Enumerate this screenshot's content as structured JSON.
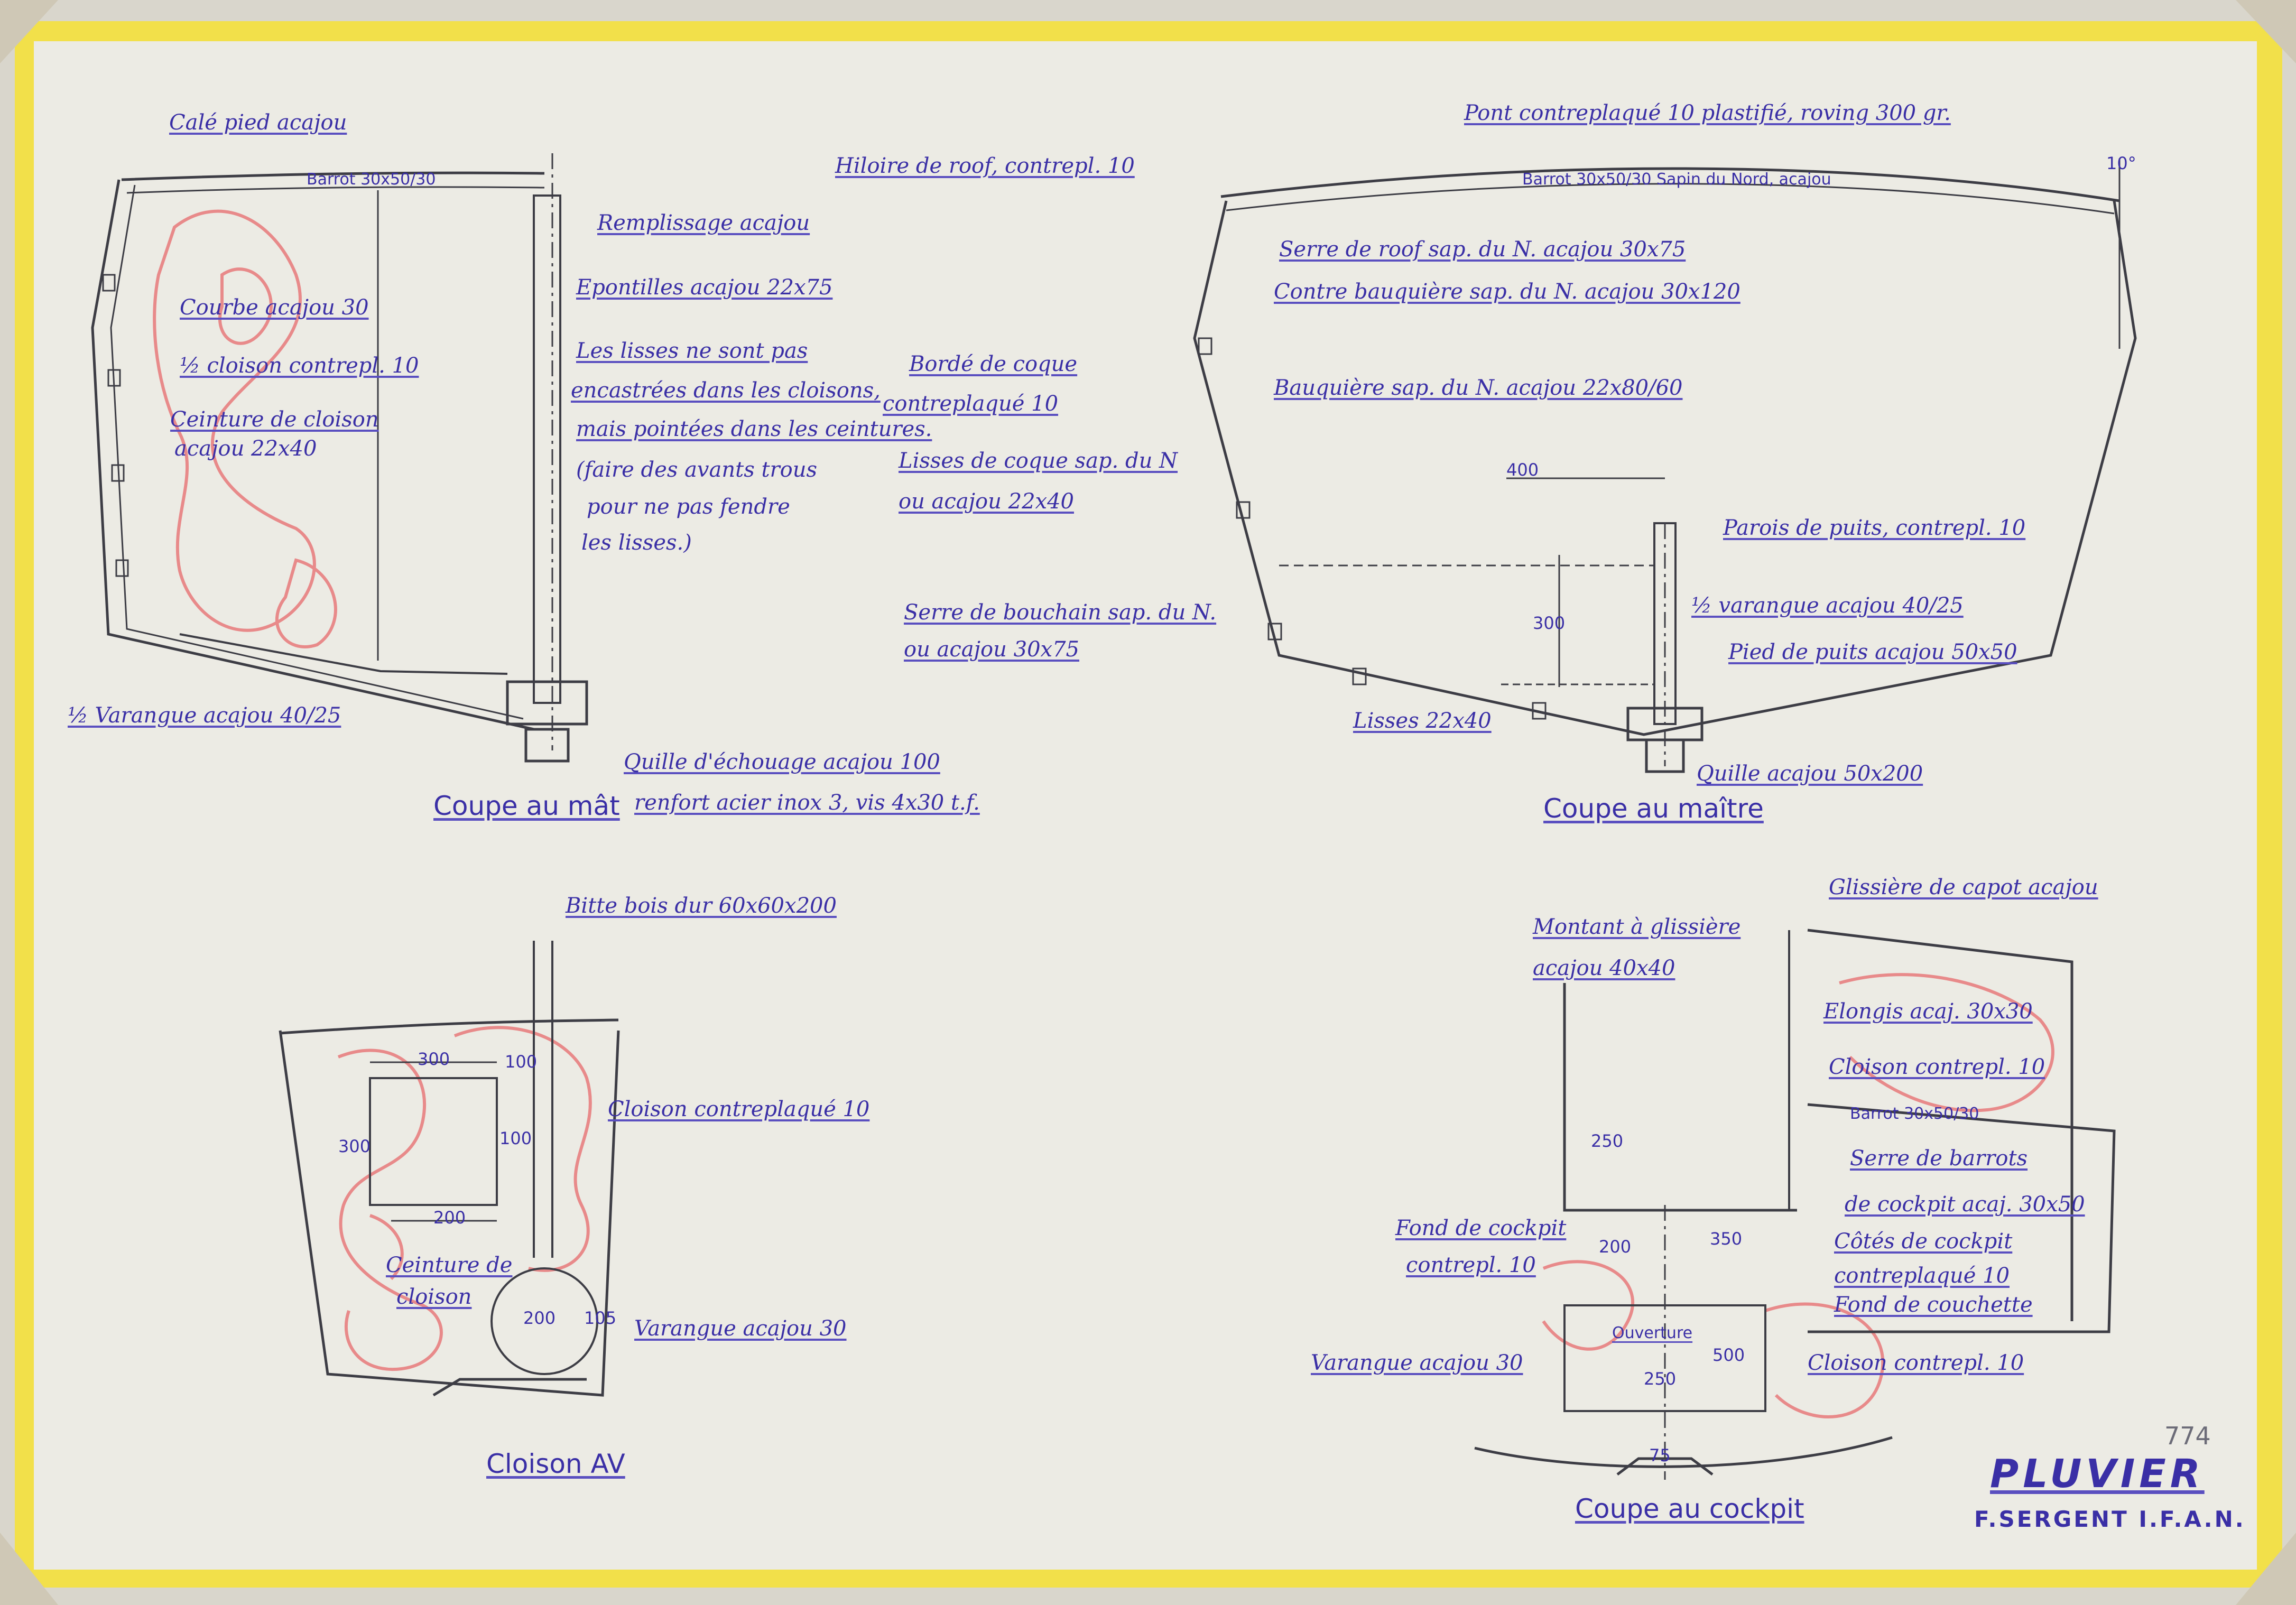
{
  "colors": {
    "frame": "#f2e04a",
    "paper": "#ecebe4",
    "ink": "#3a2fa6",
    "line": "#3d3d45",
    "crayon": "#e88a8a",
    "pencil": "#6c6c78"
  },
  "sheet_number": "774",
  "title_block": {
    "name": "PLUVIER",
    "designer": "F.SERGENT I.F.A.N."
  },
  "section_mast": {
    "title": "Coupe au mât",
    "labels": [
      "Calé pied acajou",
      "Barrot 30x50/30",
      "Remplissage acajou",
      "Epontilles acajou 22x75",
      "Courbe acajou 30",
      "½ cloison contrepl. 10",
      "Ceinture de cloison",
      "acajou 22x40",
      "Les lisses ne sont pas",
      "encastrées dans les cloisons,",
      "mais pointées dans les ceintures.",
      "(faire des avants trous",
      "pour ne pas fendre",
      "les lisses.)",
      "½ Varangue acajou 40/25",
      "Quille d'échouage acajou 100",
      "renfort acier inox 3, vis 4x30 t.f."
    ]
  },
  "section_master": {
    "title": "Coupe au maître",
    "labels": [
      "Pont contreplaqué 10 plastifié, roving 300 gr.",
      "Hiloire de roof, contrepl. 10",
      "Barrot 30x50/30 Sapin du Nord, acajou",
      "10°",
      "Serre de roof sap. du N. acajou 30x75",
      "Contre bauquière sap. du N. acajou 30x120",
      "Bordé de coque",
      "contreplaqué 10",
      "Bauquière sap. du N. acajou 22x80/60",
      "Lisses de coque sap. du N",
      "ou acajou 22x40",
      "Parois de puits, contrepl. 10",
      "Serre de bouchain sap. du N.",
      "ou acajou 30x75",
      "½ varangue acajou 40/25",
      "Pied de puits acajou 50x50",
      "Lisses 22x40",
      "Quille acajou 50x200"
    ],
    "dims": [
      "400",
      "300"
    ]
  },
  "section_bulkhead": {
    "title": "Cloison AV",
    "labels": [
      "Bitte bois dur 60x60x200",
      "Cloison contreplaqué 10",
      "Ceinture de",
      "cloison",
      "Varangue acajou 30"
    ],
    "dims": [
      "300",
      "100",
      "100",
      "300",
      "200",
      "200",
      "105"
    ]
  },
  "section_cockpit": {
    "title": "Coupe au cockpit",
    "labels": [
      "Glissière de capot acajou",
      "Montant à glissière",
      "acajou 40x40",
      "Elongis acaj. 30x30",
      "Cloison contrepl. 10",
      "Barrot 30x50/30",
      "Serre de barrots",
      "de cockpit acaj. 30x50",
      "Côtés de cockpit",
      "contreplaqué 10",
      "Fond de couchette",
      "Fond de cockpit",
      "contrepl. 10",
      "Ouverture",
      "Varangue acajou 30",
      "Cloison contrepl. 10"
    ],
    "dims": [
      "250",
      "200",
      "350",
      "250",
      "500",
      "75"
    ]
  }
}
